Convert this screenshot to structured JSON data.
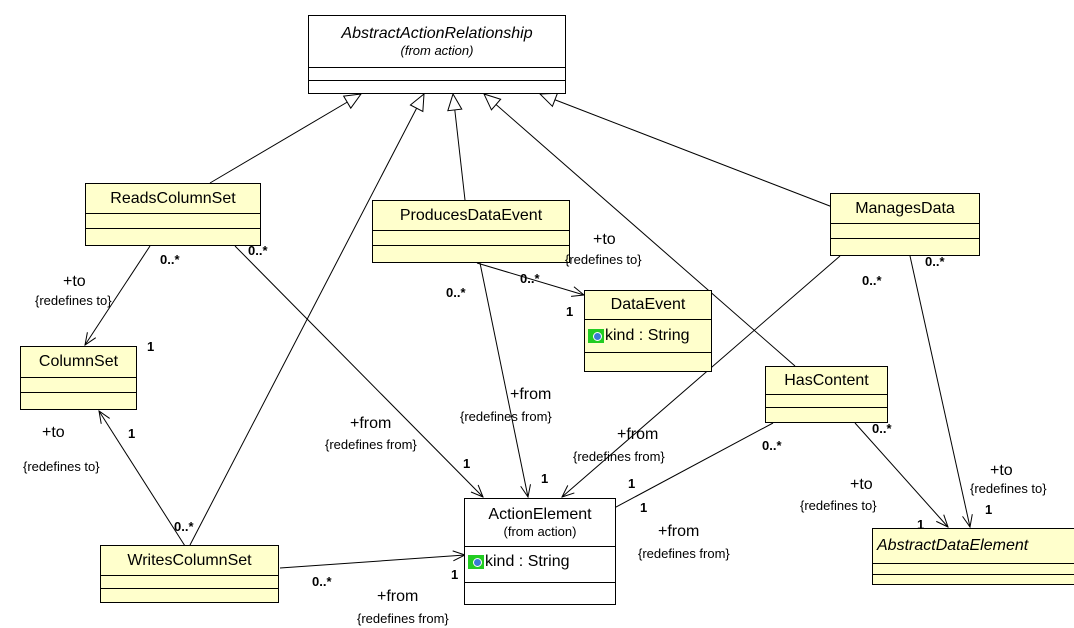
{
  "classes": {
    "abstract_action_relationship": {
      "name": "AbstractActionRelationship",
      "from": "(from action)"
    },
    "reads_column_set": {
      "name": "ReadsColumnSet"
    },
    "produces_data_event": {
      "name": "ProducesDataEvent"
    },
    "manages_data": {
      "name": "ManagesData"
    },
    "data_event": {
      "name": "DataEvent",
      "attribute": "kind : String"
    },
    "column_set": {
      "name": "ColumnSet"
    },
    "has_content": {
      "name": "HasContent"
    },
    "action_element": {
      "name": "ActionElement",
      "from": "(from action)",
      "attribute": "kind : String"
    },
    "writes_column_set": {
      "name": "WritesColumnSet"
    },
    "abstract_data_element": {
      "name": "AbstractDataElement"
    }
  },
  "labels": {
    "to_role": "+to",
    "to_constraint": "{redefines to}",
    "from_role": "+from",
    "from_constraint": "{redefines from}",
    "many": "0..*",
    "one": "1"
  },
  "colors": {
    "class_fill": "#ffffcc",
    "abstract_root_fill": "#ffffff",
    "attribute_icon": "#22cc22",
    "line": "#000000"
  },
  "icons": {
    "attribute": "public-attribute-icon"
  }
}
